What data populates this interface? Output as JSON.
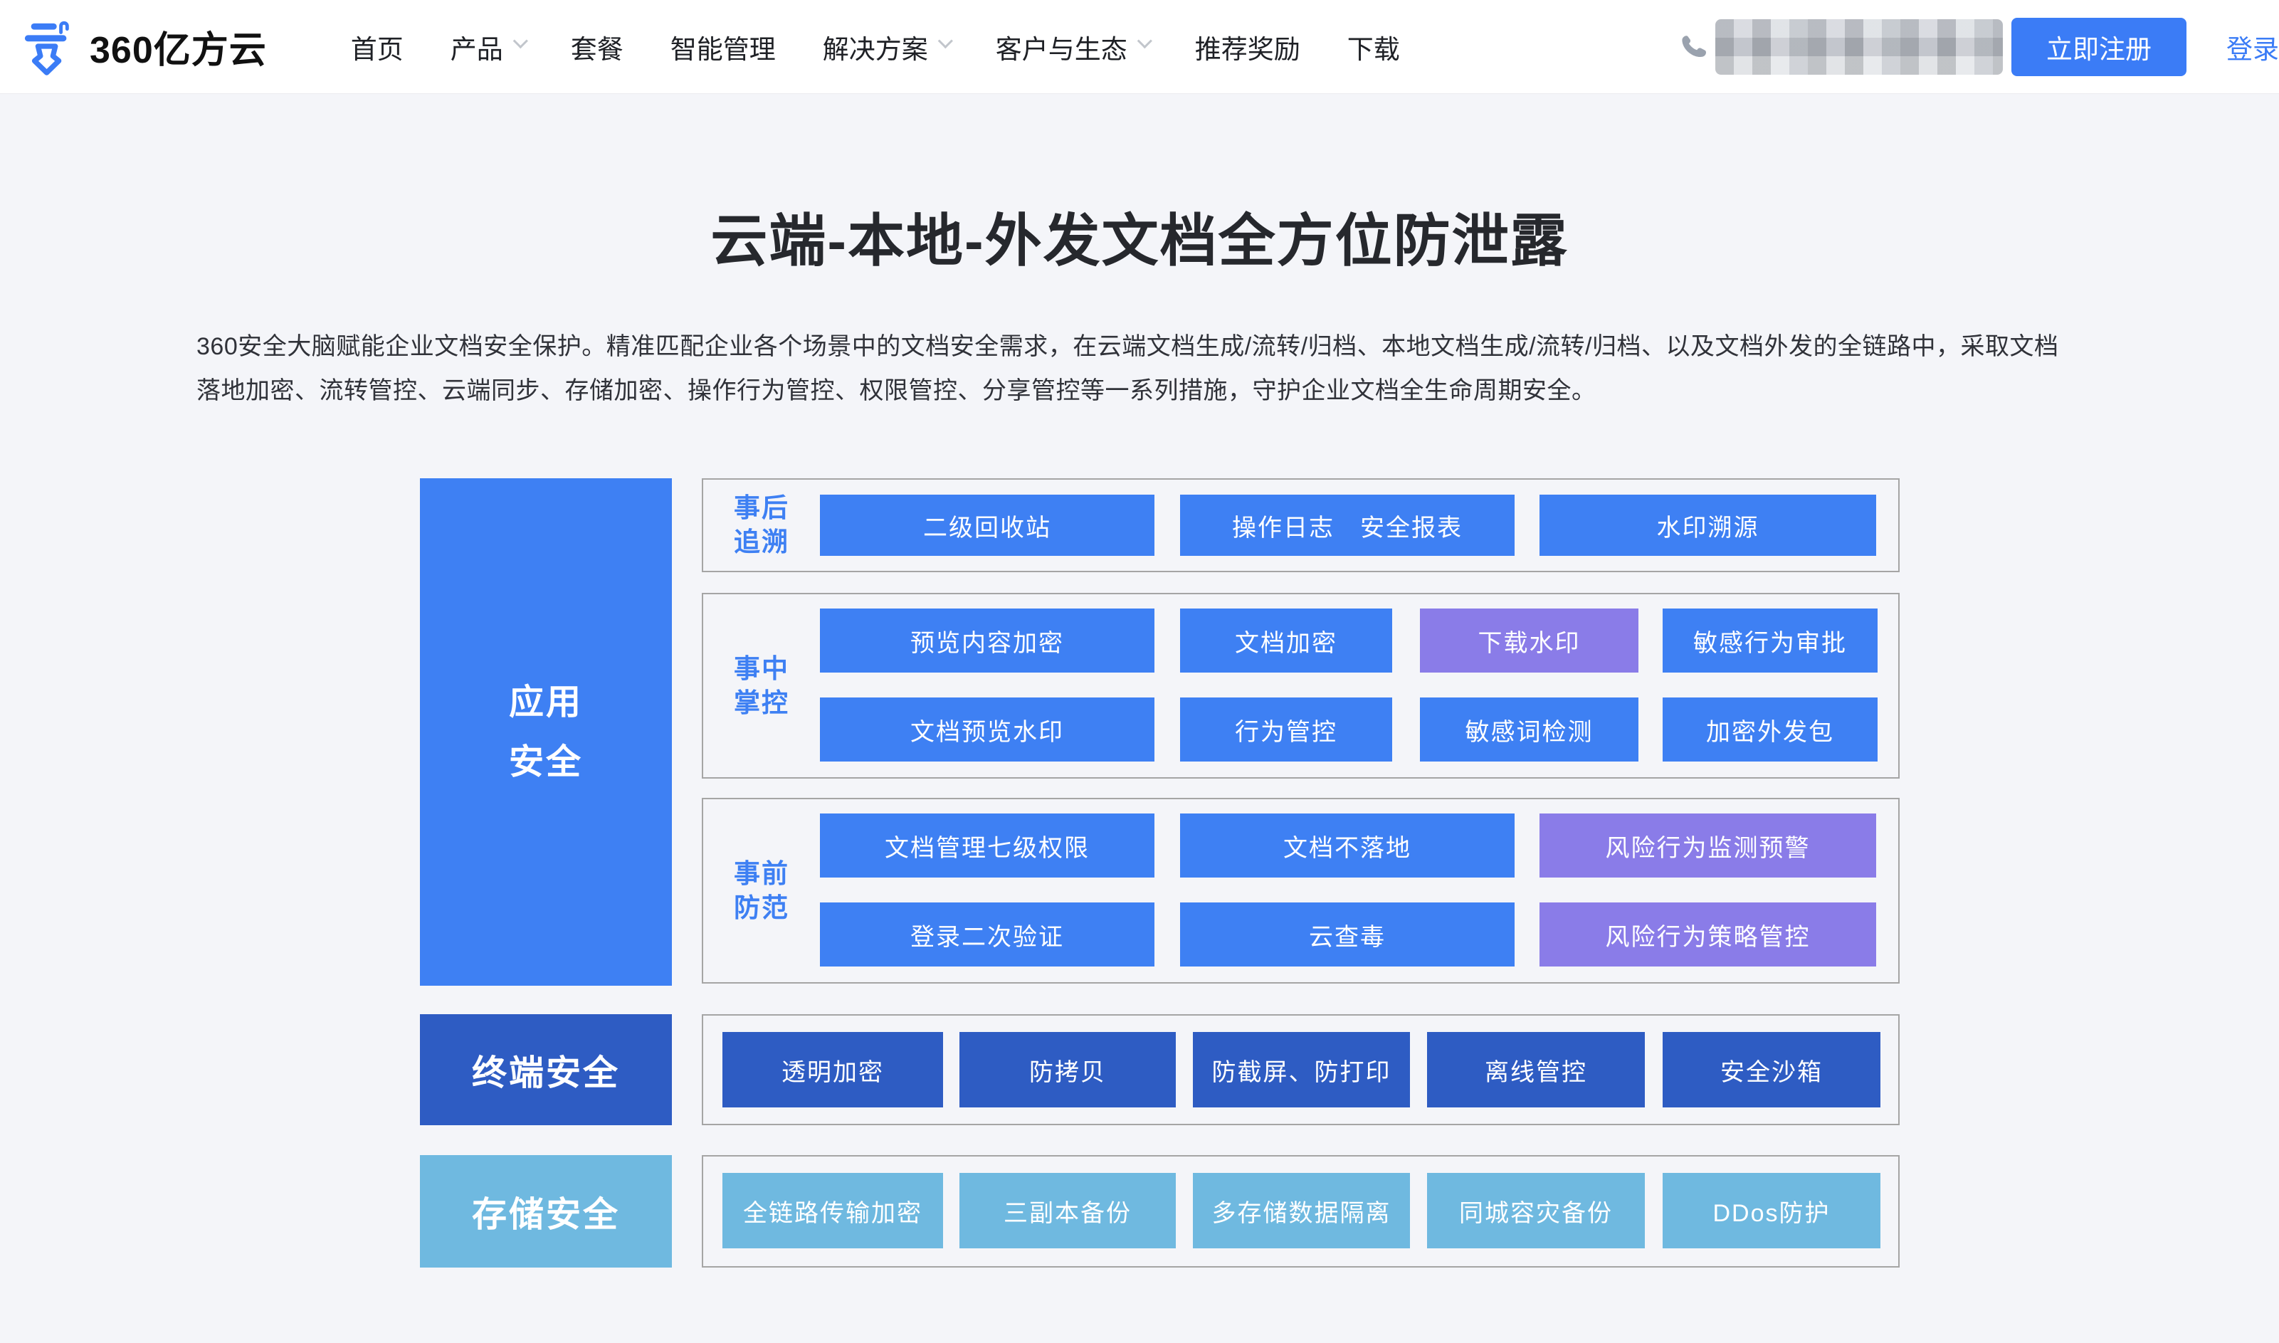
{
  "theme": {
    "colors": {
      "primary_blue": "#3E80F3",
      "dark_blue": "#2E5CC3",
      "light_blue": "#6FB9E0",
      "purple": "#8A7CE8",
      "brand_blue": "#3B7CF6"
    }
  },
  "header": {
    "logo_text": "360亿方云",
    "nav": [
      {
        "label": "首页",
        "dropdown": false
      },
      {
        "label": "产品",
        "dropdown": true
      },
      {
        "label": "套餐",
        "dropdown": false
      },
      {
        "label": "智能管理",
        "dropdown": false
      },
      {
        "label": "解决方案",
        "dropdown": true
      },
      {
        "label": "客户与生态",
        "dropdown": true
      },
      {
        "label": "推荐奖励",
        "dropdown": false
      },
      {
        "label": "下载",
        "dropdown": false
      }
    ],
    "register_label": "立即注册",
    "login_label": "登录"
  },
  "hero": {
    "title": "云端-本地-外发文档全方位防泄露",
    "description": "360安全大脑赋能企业文档安全保护。精准匹配企业各个场景中的文档安全需求，在云端文档生成/流转/归档、本地文档生成/流转/归档、以及文档外发的全链路中，采取文档落地加密、流转管控、云端同步、存储加密、操作行为管控、权限管控、分享管控等一系列措施，守护企业文档全生命周期安全。"
  },
  "diagram": {
    "app_block": {
      "lines": [
        "应用",
        "安全"
      ]
    },
    "app_rows": [
      {
        "label_lines": [
          "事后",
          "追溯"
        ],
        "buttons": [
          {
            "label": "二级回收站"
          },
          {
            "label": "操作日志　安全报表"
          },
          {
            "label": "水印溯源"
          }
        ]
      },
      {
        "label_lines": [
          "事中",
          "掌控"
        ],
        "buttons": [
          {
            "label": "预览内容加密"
          },
          {
            "label": "文档加密"
          },
          {
            "label": "下载水印",
            "variant": "purple"
          },
          {
            "label": "敏感行为审批"
          },
          {
            "label": "文档预览水印"
          },
          {
            "label": "行为管控"
          },
          {
            "label": "敏感词检测"
          },
          {
            "label": "加密外发包"
          }
        ]
      },
      {
        "label_lines": [
          "事前",
          "防范"
        ],
        "buttons": [
          {
            "label": "文档管理七级权限"
          },
          {
            "label": "文档不落地"
          },
          {
            "label": "风险行为监测预警",
            "variant": "purple"
          },
          {
            "label": "登录二次验证"
          },
          {
            "label": "云查毒"
          },
          {
            "label": "风险行为策略管控",
            "variant": "purple"
          }
        ]
      }
    ],
    "terminal_row": {
      "title": "终端安全",
      "buttons": [
        {
          "label": "透明加密"
        },
        {
          "label": "防拷贝"
        },
        {
          "label": "防截屏、防打印"
        },
        {
          "label": "离线管控"
        },
        {
          "label": "安全沙箱"
        }
      ]
    },
    "storage_row": {
      "title": "存储安全",
      "buttons": [
        {
          "label": "全链路传输加密"
        },
        {
          "label": "三副本备份"
        },
        {
          "label": "多存储数据隔离"
        },
        {
          "label": "同城容灾备份"
        },
        {
          "label": "DDos防护"
        }
      ]
    }
  }
}
